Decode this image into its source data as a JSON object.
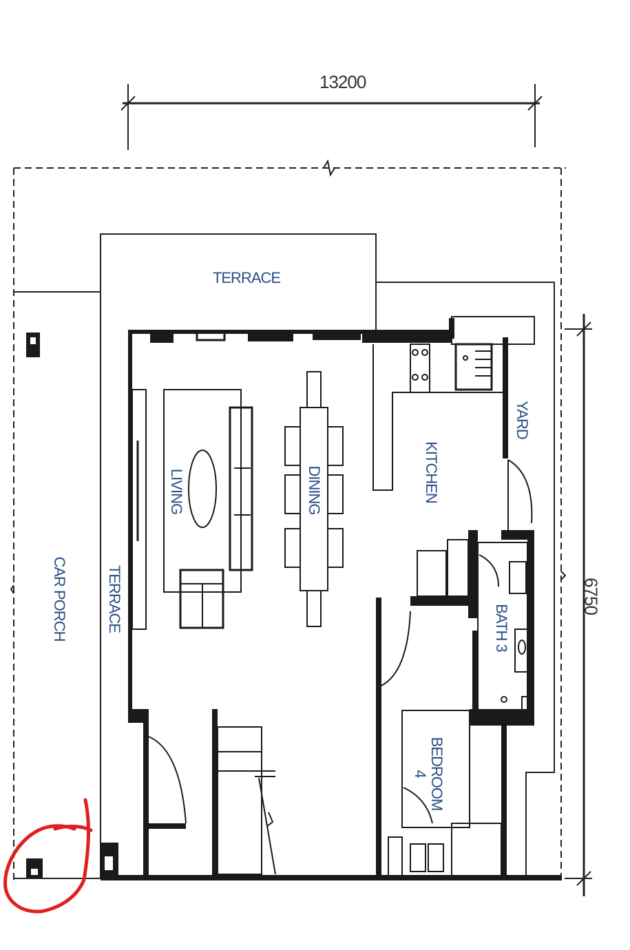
{
  "dimensions": {
    "width_label": "13200",
    "height_label": "6750"
  },
  "rooms": {
    "terrace_top": "TERRACE",
    "terrace_side": "TERRACE",
    "car_porch": "CAR PORCH",
    "living": "LIVING",
    "dining": "DINING",
    "kitchen": "KITCHEN",
    "yard": "YARD",
    "bath": "BATH 3",
    "bedroom_line1": "BEDROOM",
    "bedroom_line2": "4"
  },
  "colors": {
    "wall": "#1a1a1a",
    "label": "#2a4f86",
    "markup": "#e0201e",
    "line": "#333333"
  }
}
